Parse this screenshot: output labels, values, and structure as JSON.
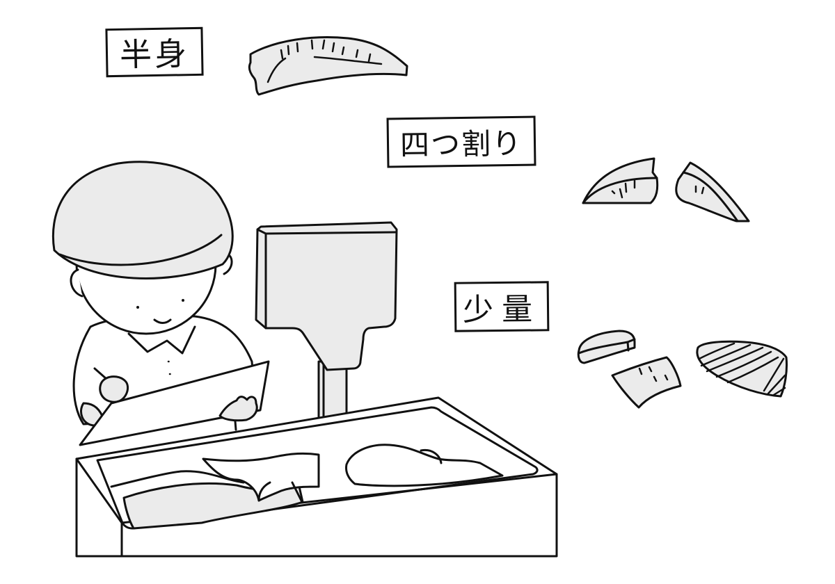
{
  "illustration": {
    "subject": "fish market worker weighing fish cuts at a display case",
    "labels": {
      "half_body": "半身",
      "quarter_cut": "四つ割り",
      "small_amount": "少量"
    },
    "colors": {
      "line": "#111111",
      "fill_gray": "#ebebeb",
      "background": "#ffffff"
    }
  }
}
